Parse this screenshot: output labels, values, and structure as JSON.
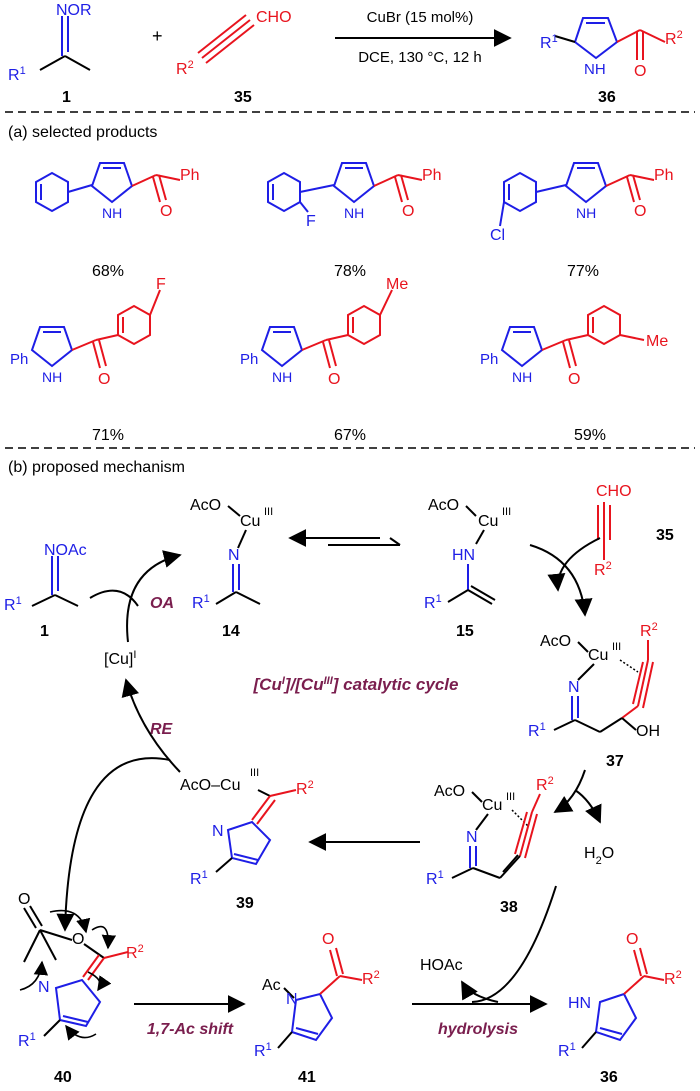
{
  "scheme": {
    "reactant1_group": "NOR",
    "reactant1_sub": "R1",
    "plus": "+",
    "reactant2_sub": "R2",
    "reactant2_group": "CHO",
    "conditions_top": "CuBr (15 mol%)",
    "conditions_bottom": "DCE, 130 °C, 12 h",
    "label_1": "1",
    "label_35": "35",
    "label_36": "36",
    "product_sub1": "R1",
    "product_sub2": "R2",
    "nh": "NH"
  },
  "section_a": {
    "title": "(a) selected products",
    "yields": [
      "68%",
      "78%",
      "77%",
      "71%",
      "67%",
      "59%"
    ],
    "ph": "Ph",
    "f": "F",
    "cl": "Cl",
    "me": "Me",
    "nh": "NH"
  },
  "section_b": {
    "title": "(b) proposed mechanism",
    "cycle_label": "[CuI]/[CuIII] catalytic cycle",
    "oa": "OA",
    "re": "RE",
    "cu_i": "[Cu]I",
    "shift": "1,7-Ac shift",
    "hydrolysis": "hydrolysis",
    "water": "H2O",
    "hoac": "HOAc",
    "labels": [
      "1",
      "14",
      "15",
      "35",
      "37",
      "38",
      "39",
      "40",
      "41",
      "36"
    ],
    "aco": "AcO",
    "cu": "Cu",
    "iii": "III",
    "noac": "NOAc",
    "hn": "HN",
    "oh": "OH",
    "ac": "Ac",
    "cho": "CHO"
  }
}
